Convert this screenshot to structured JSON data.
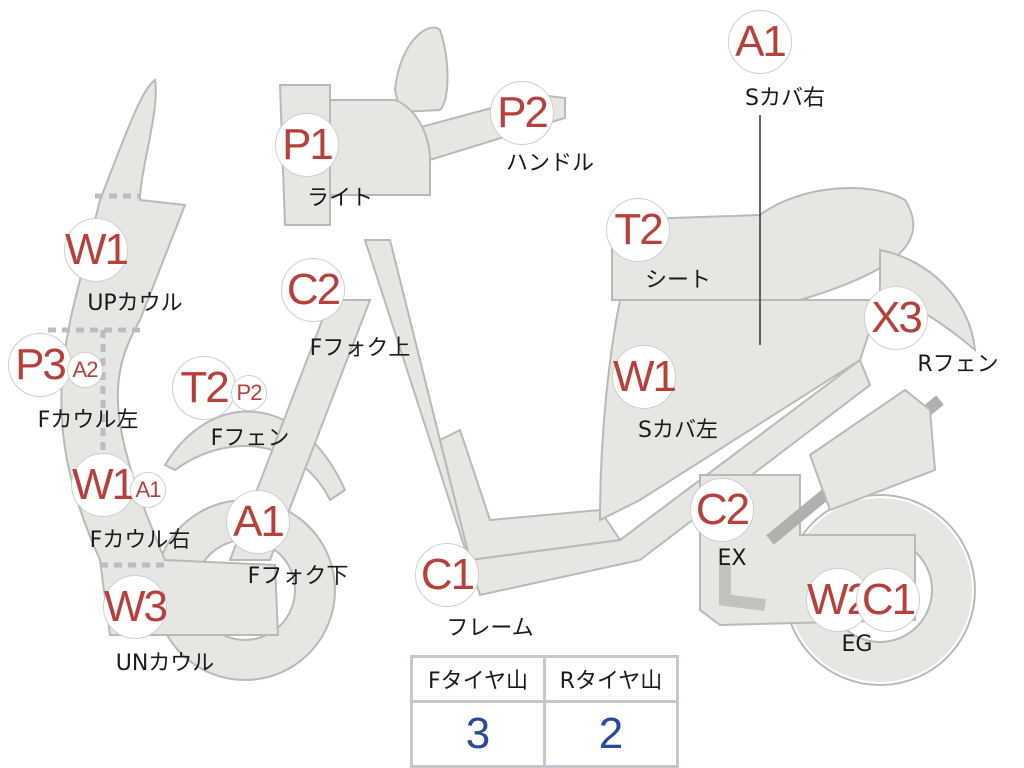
{
  "annotations": [
    {
      "id": "s-cover-right",
      "grades": [
        "A1"
      ],
      "label": "Sカバ右"
    },
    {
      "id": "handle",
      "grades": [
        "P2"
      ],
      "label": "ハンドル"
    },
    {
      "id": "light",
      "grades": [
        "P1"
      ],
      "label": "ライト"
    },
    {
      "id": "seat",
      "grades": [
        "T2"
      ],
      "label": "シート"
    },
    {
      "id": "up-cowl",
      "grades": [
        "W1"
      ],
      "label": "UPカウル"
    },
    {
      "id": "f-fork-upper",
      "grades": [
        "C2"
      ],
      "label": "Fフォク上"
    },
    {
      "id": "r-fender",
      "grades": [
        "X3"
      ],
      "label": "Rフェン"
    },
    {
      "id": "f-cowl-left",
      "grades": [
        "P3",
        "A2"
      ],
      "label": "Fカウル左"
    },
    {
      "id": "f-fender",
      "grades": [
        "T2",
        "P2"
      ],
      "label": "Fフェン"
    },
    {
      "id": "s-cover-left",
      "grades": [
        "W1"
      ],
      "label": "Sカバ左"
    },
    {
      "id": "f-cowl-right",
      "grades": [
        "W1",
        "A1"
      ],
      "label": "Fカウル右"
    },
    {
      "id": "f-fork-lower",
      "grades": [
        "A1"
      ],
      "label": "Fフォク下"
    },
    {
      "id": "exhaust",
      "grades": [
        "C2"
      ],
      "label": "EX"
    },
    {
      "id": "frame",
      "grades": [
        "C1"
      ],
      "label": "フレーム"
    },
    {
      "id": "un-cowl",
      "grades": [
        "W3"
      ],
      "label": "UNカウル"
    },
    {
      "id": "engine",
      "grades": [
        "W2",
        "C1"
      ],
      "label": "EG"
    }
  ],
  "tire_table": {
    "headers": [
      "Fタイヤ山",
      "Rタイヤ山"
    ],
    "values": [
      "3",
      "2"
    ]
  },
  "colors": {
    "grade": "#b8403b",
    "tread_value": "#2b4a9a",
    "part_fill": "#e6e6e3"
  }
}
